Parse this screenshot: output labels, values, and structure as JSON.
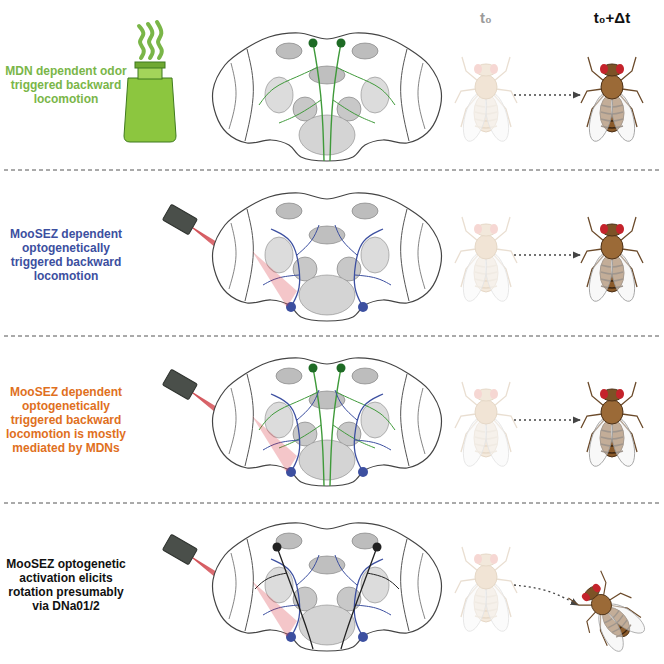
{
  "diagram": {
    "labels": [
      "t₀",
      "t₀+Δt",
      "MDN dependent odor triggered backward locomotion",
      "MooSEZ dependent optogenetically triggered backward locomotion",
      "MooSEZ dependent optogenetically triggered backward locomotion is mostly mediated by MDNs",
      "MooSEZ optogenetic activation elicits rotation presumably via DNa01/2"
    ]
  }
}
